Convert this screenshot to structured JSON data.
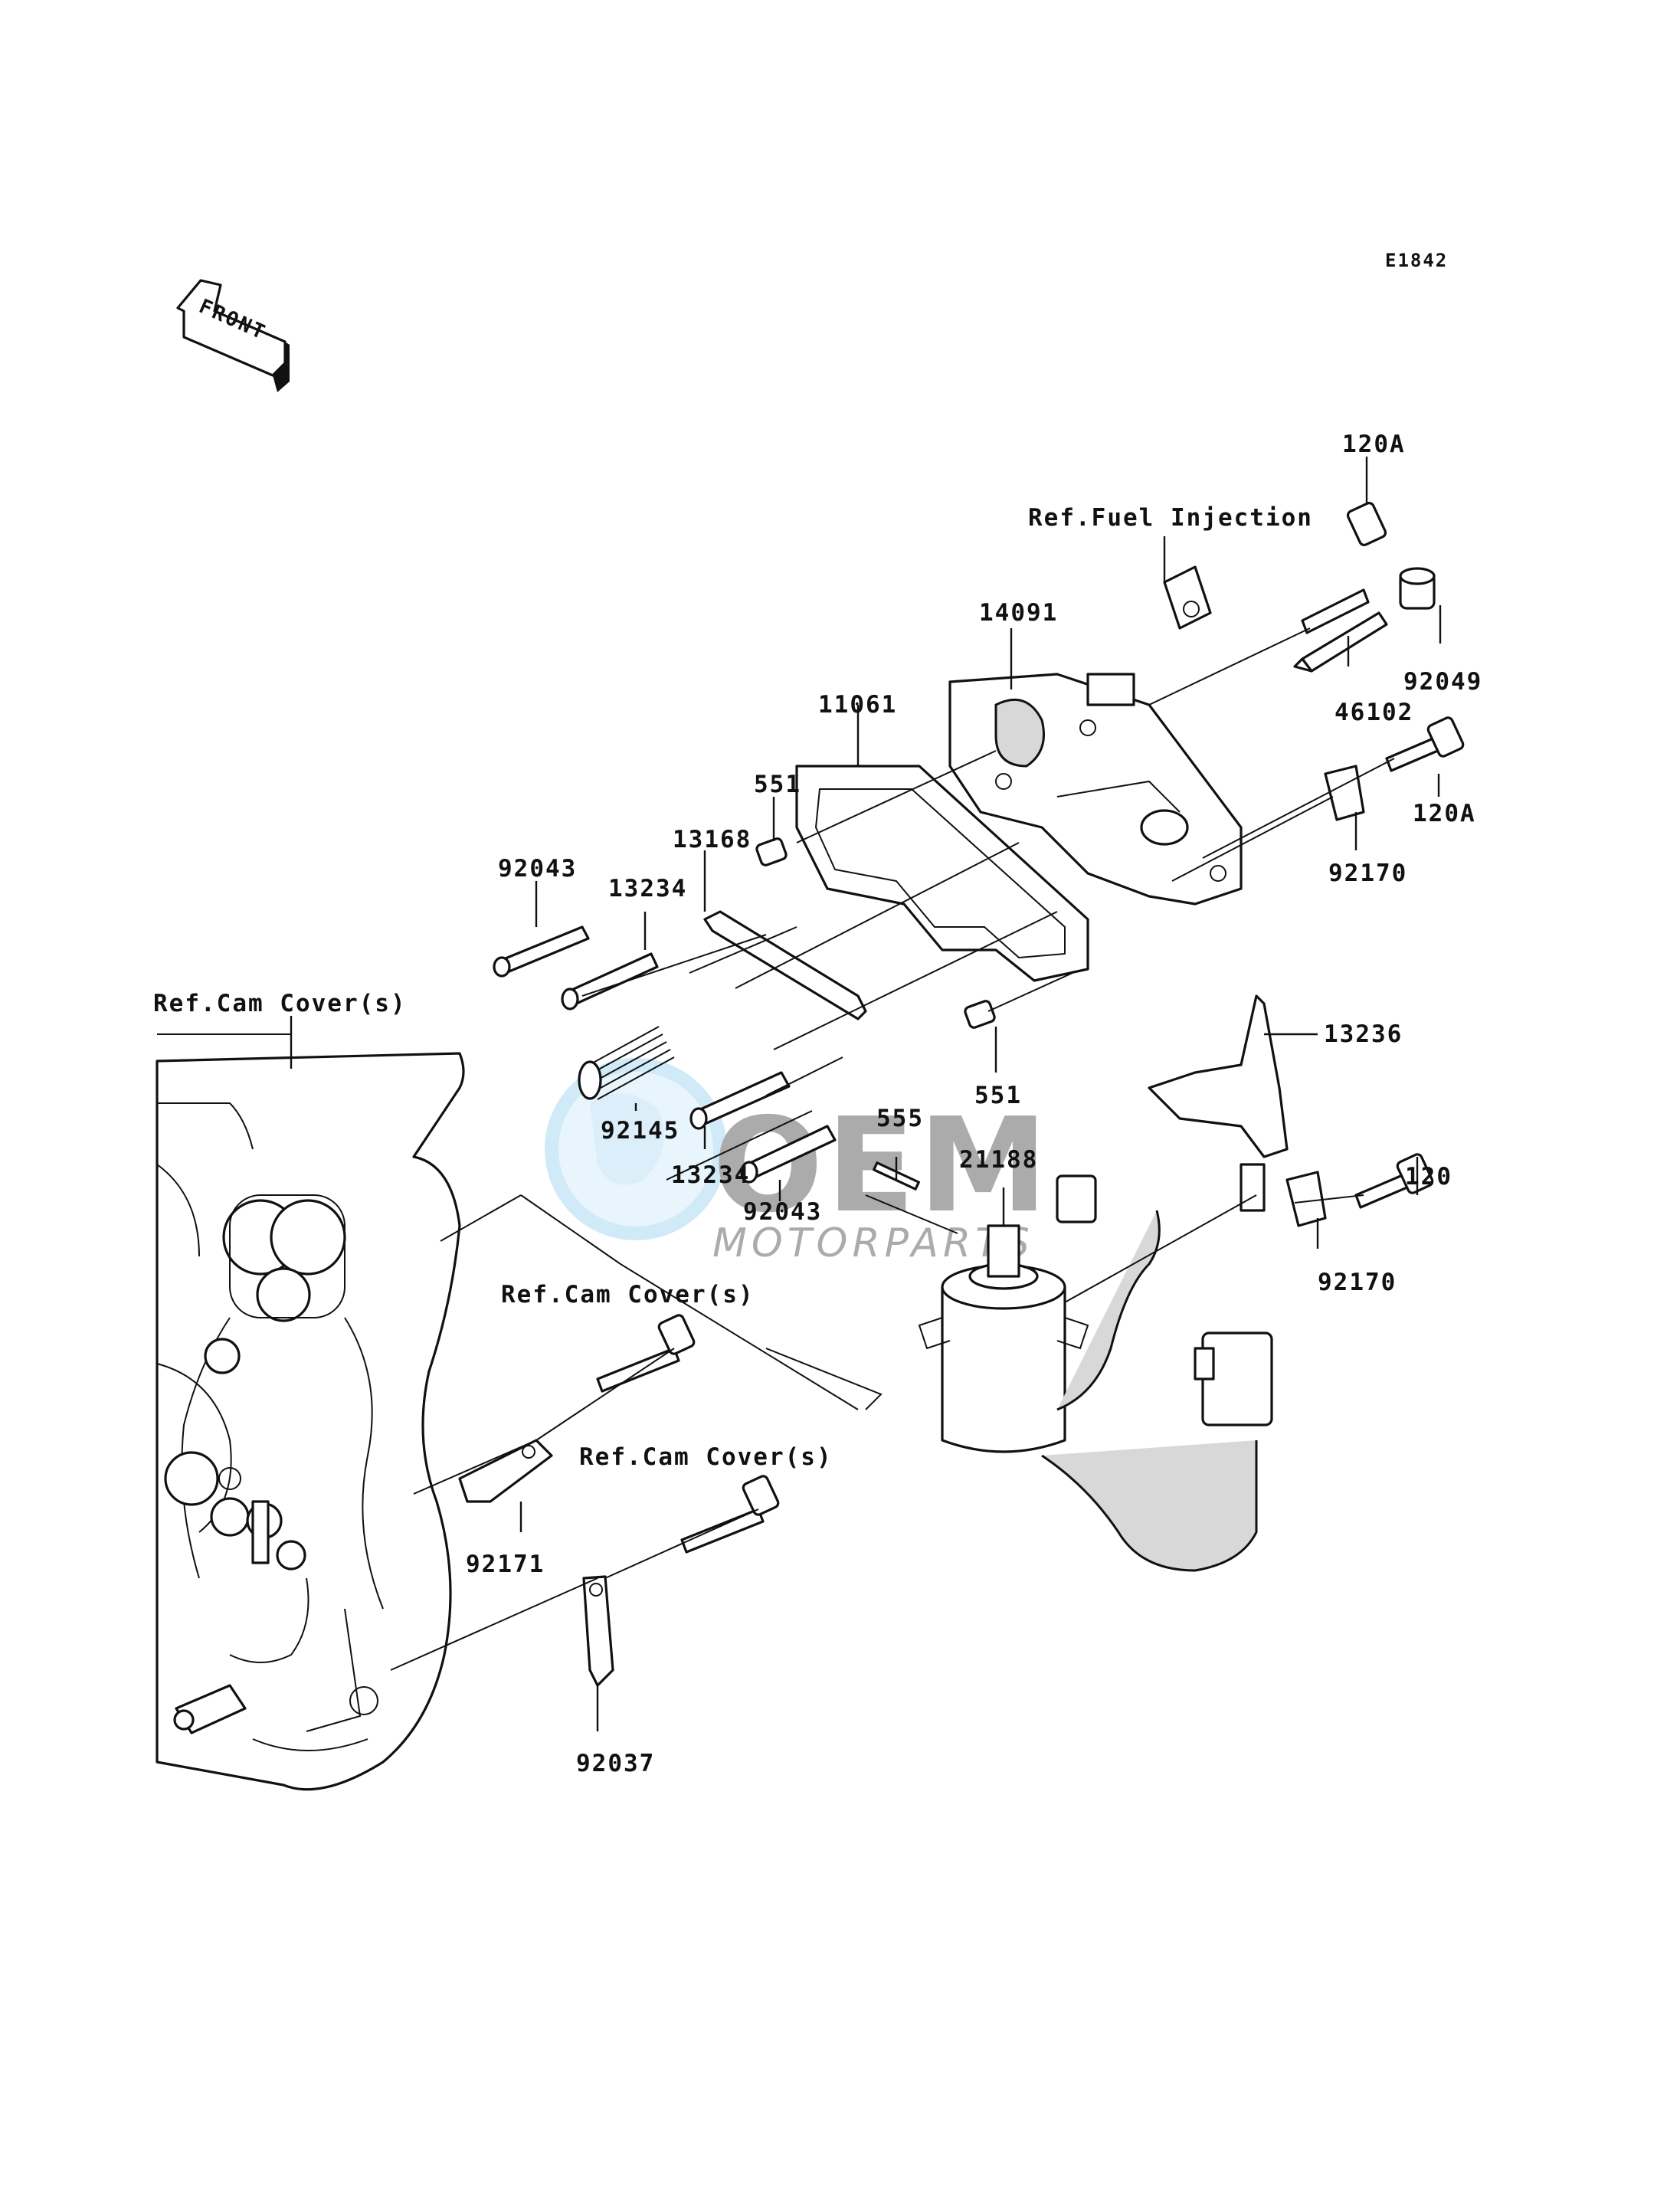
{
  "diagram_code": "E1842",
  "front_marker": "FRONT",
  "part_labels": {
    "p120a_top": "120A",
    "ref_fuel_injection": "Ref.Fuel Injection",
    "p14091": "14091",
    "p92049": "92049",
    "p46102": "46102",
    "p11061": "11061",
    "p120a_right": "120A",
    "p551_top": "551",
    "p92170_top": "92170",
    "p13168": "13168",
    "p92043_top": "92043",
    "p13234_top": "13234",
    "ref_cam_cover_1": "Ref.Cam Cover(s)",
    "p13236": "13236",
    "p551_bottom": "551",
    "p555": "555",
    "p92145": "92145",
    "p21188": "21188",
    "p120": "120",
    "p13234_bottom": "13234",
    "p92043_bottom": "92043",
    "p92170_bottom": "92170",
    "ref_cam_cover_2": "Ref.Cam Cover(s)",
    "ref_cam_cover_3": "Ref.Cam Cover(s)",
    "p92171": "92171",
    "p92037": "92037"
  },
  "watermark": {
    "brand": "OEM",
    "sub": "MOTORPARTS"
  }
}
